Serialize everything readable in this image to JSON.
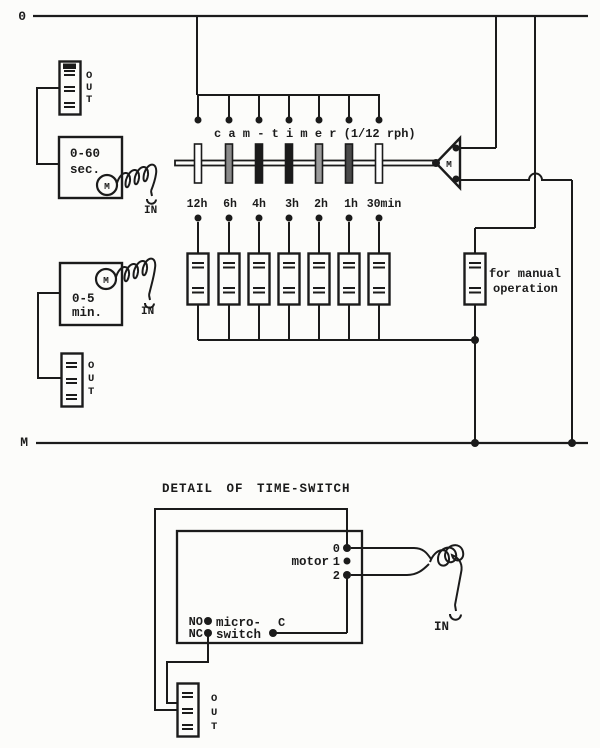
{
  "colors": {
    "ink": "#1b1b1b",
    "paper": "#fcfcfa"
  },
  "main": {
    "top_bus_label": "0",
    "bottom_bus_label": "M",
    "cam_timer_label": "c a m - t i m e r (1/12 rph)",
    "cam_motor_label": "M",
    "cam_channel_labels": [
      "12h",
      "6h",
      "4h",
      "3h",
      "2h",
      "1h",
      "30min"
    ],
    "manual_label_line1": "for manual",
    "manual_label_line2": "operation",
    "sec_timer": {
      "range_line1": "0-60",
      "range_line2": "sec.",
      "motor_label": "M",
      "in_label": "IN",
      "out_letters": [
        "O",
        "U",
        "T"
      ]
    },
    "min_timer": {
      "range_line1": "0-5",
      "range_line2": "min.",
      "motor_label": "M",
      "in_label": "IN",
      "out_letters": [
        "O",
        "U",
        "T"
      ]
    }
  },
  "detail": {
    "title": "DETAIL OF TIME-SWITCH",
    "motor_label": "motor",
    "terminal_labels": [
      "0",
      "1",
      "2"
    ],
    "no_label": "NO",
    "nc_label": "NC",
    "c_label": "C",
    "microswitch_line1": "micro-",
    "microswitch_line2": "switch",
    "in_label": "IN",
    "out_letters": [
      "O",
      "U",
      "T"
    ]
  }
}
